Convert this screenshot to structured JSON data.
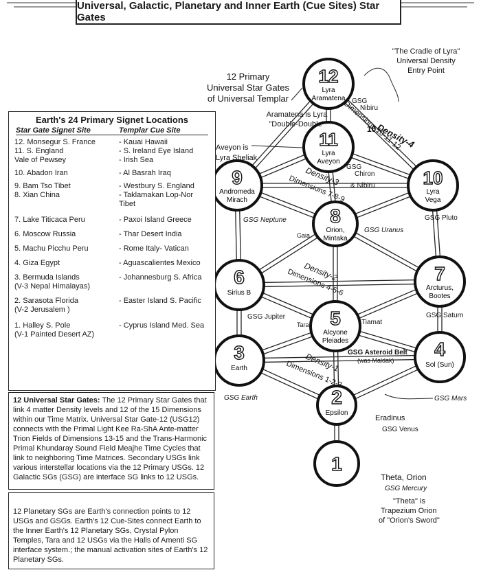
{
  "title": "Universal, Galactic, Planetary and Inner Earth (Cue Sites) Star Gates",
  "nodes": [
    {
      "num": "12",
      "name": "Lyra",
      "name2": "Aramatena"
    },
    {
      "num": "11",
      "name": "Lyra",
      "name2": "Aveyon"
    },
    {
      "num": "10",
      "name": "Lyra",
      "name2": "Vega"
    },
    {
      "num": "9",
      "name": "Andromeda",
      "name2": "Mirach"
    },
    {
      "num": "8",
      "name": "Orion,",
      "name2": "Mintaka"
    },
    {
      "num": "7",
      "name": "Arcturus,",
      "name2": "Bootes"
    },
    {
      "num": "6",
      "name": "Sirius B",
      "name2": ""
    },
    {
      "num": "5",
      "name": "Alcyone",
      "name2": "Pleiades"
    },
    {
      "num": "4",
      "name": "Sol (Sun)",
      "name2": ""
    },
    {
      "num": "3",
      "name": "Earth",
      "name2": ""
    },
    {
      "num": "2",
      "name": "Epsilon",
      "name2": ""
    },
    {
      "num": "1",
      "name": "",
      "name2": ""
    }
  ],
  "annotations": {
    "primary_usg": [
      "12 Primary",
      "Universal Star Gates",
      "of Universal Templar"
    ],
    "cradle": [
      "\"The Cradle of Lyra\"",
      "Universal Density",
      "Entry Point"
    ],
    "aramatena_is": [
      "Aramatena is Lyra",
      "\"Double-Double\""
    ],
    "aveyon_is": [
      "Aveyon is",
      "Lyra Sheliak"
    ],
    "gsg_nibiru": [
      "GSG",
      "Nibiru"
    ],
    "gsg_chiron": [
      "GSG",
      "Chiron",
      "& Nibiru"
    ],
    "gsg_neptune": "GSG Neptune",
    "gaia": "Gaia",
    "gsg_uranus": "GSG Uranus",
    "gsg_pluto": "GSG Pluto",
    "gsg_jupiter": "GSG Jupiter",
    "gsg_saturn": "GSG Saturn",
    "tara": "Tara",
    "tiamat": "Tiamat",
    "gsg_asteroid": [
      "GSG Asteroid Belt",
      "(was Maldak)"
    ],
    "gsg_earth": "GSG Earth",
    "gsg_mars": "GSG Mars",
    "eradinus": "Eradinus",
    "gsg_venus": "GSG Venus",
    "theta": [
      "Theta, Orion",
      "GSG Mercury",
      "\"Theta\" is",
      "Trapezium Orion",
      "of \"Orion's Sword\""
    ]
  },
  "densities": [
    {
      "density": "Density-4",
      "dims": "Dimensions 10-11-12",
      "num": "10"
    },
    {
      "density": "Density-3",
      "dims": "Dimensions 7-8-9"
    },
    {
      "density": "Density-2",
      "dims": "Dimensions 4-5-6"
    },
    {
      "density": "Density-1",
      "dims": "Dimensions 1-2-3"
    }
  ],
  "signet": {
    "header": "Earth's 24 Primary Signet Locations",
    "col1": "Star Gate Signet Site",
    "col2": "Templar Cue Site",
    "rows": [
      {
        "a": "12.  Monsegur S. France",
        "b": "- Kauai Hawaii"
      },
      {
        "a": "11.  S. England",
        "b": "- S. Ireland Eye Island"
      },
      {
        "a": "      Vale of Pewsey",
        "b": "- Irish Sea"
      },
      {
        "a": "10.  Abadon Iran",
        "b": "- Al Basrah Iraq"
      },
      {
        "a": "9.   Bam Tso Tibet",
        "b": "- Westbury S. England"
      },
      {
        "a": "8.   Xian China",
        "b": "- Taklamakan Lop-Nor"
      },
      {
        "a": "",
        "b": "  Tibet"
      },
      {
        "a": "7.  Lake Titicaca Peru",
        "b": "- Paxoi Island Greece"
      },
      {
        "a": "6.  Moscow Russia",
        "b": "- Thar Desert India"
      },
      {
        "a": "5.  Machu Picchu Peru",
        "b": "- Rome Italy- Vatican"
      },
      {
        "a": "4.  Giza Egypt",
        "b": "- Aguascalientes Mexico"
      },
      {
        "a": "3.  Bermuda Islands",
        "b": "- Johannesburg S. Africa"
      },
      {
        "a": "     (V-3 Nepal Himalayas)",
        "b": ""
      },
      {
        "a": "2.  Sarasota Florida",
        "b": "- Easter Island S. Pacific"
      },
      {
        "a": "     (V-2 Jerusalem )",
        "b": ""
      },
      {
        "a": "1.  Halley S. Pole",
        "b": "- Cyprus Island Med. Sea"
      },
      {
        "a": "     (V-1 Painted Desert AZ)",
        "b": ""
      }
    ]
  },
  "para1_lead": "12 Universal Star Gates:",
  "para1": "The 12 Primary Star Gates that link 4 matter Density levels and 12 of the 15 Dimensions within our Time Matrix. Universal Star Gate-12 (USG12) connects with the Primal Light Kee Ra-ShA Ante-matter Trion Fields of Dimensions 13-15 and the Trans-Harmonic Primal Khundaray Sound Field Meajhe Time Cycles that link to neighboring Time Matrices. Secondary USGs link various interstellar locations via the 12 Primary USGs. 12 Galactic SGs (GSG) are interface SG links to 12 USGs.",
  "para2": "12 Planetary SGs are Earth's connection points to 12 USGs and GSGs. Earth's 12 Cue-Sites connect Earth to the Inner Earth's 12 Planetary SGs, Crystal Pylon Temples, Tara and 12 USGs via the Halls of Amenti SG interface system.; the manual activation sites of Earth's 12 Planetary SGs."
}
